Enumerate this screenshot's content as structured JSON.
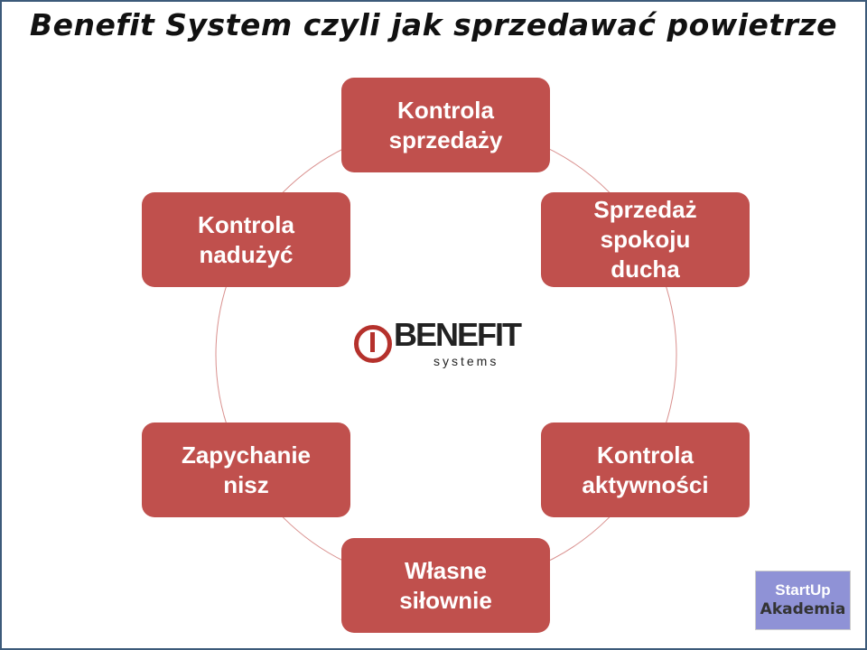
{
  "title": "Benefit System czyli jak sprzedawać powietrze",
  "accent_color": "#C0504D",
  "nodes": [
    {
      "label": "Kontrola\nsprzedaży"
    },
    {
      "label": "Sprzedaż\nspokoju\nducha"
    },
    {
      "label": "Kontrola\naktywności"
    },
    {
      "label": "Własne\nsiłownie"
    },
    {
      "label": "Zapychanie\nnisz"
    },
    {
      "label": "Kontrola\nnadużyć"
    }
  ],
  "center_logo": {
    "name": "BENEFIT",
    "sub": "systems"
  },
  "badge": {
    "line1": "StartUp",
    "line2": "Akademia"
  }
}
